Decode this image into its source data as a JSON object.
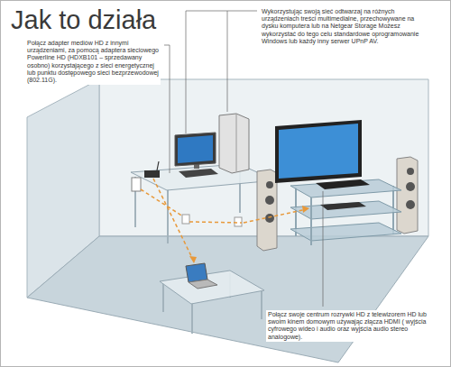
{
  "diagram": {
    "title": "Jak to działa",
    "labels": [
      "Połącz adapter mediów HD z innymi urządzeniami, za pomocą adaptera sieciowego Powerline HD (HDXB101 – sprzedawany osobno) korzystającego z sieci energetycznej lub punktu dostępowego sieci bezprzewodowej (802.11G).",
      "Wykorzystując swoją sieć odtwarzaj na różnych urządzeniach treści multimedialne, przechowywane na dysku komputera lub na Netgear Storage Możesz wykorzystać do tego celu standardowe oprogramowanie Windows lub każdy inny serwer UPnP AV.",
      "Połącz swoje centrum rozrywki HD z telewizorem HD lub swoim kinem domowym używając złącza HDMI ( wyjścia cyfrowego wideo i audio oraz wyjścia audio stereo analogowe)."
    ]
  }
}
